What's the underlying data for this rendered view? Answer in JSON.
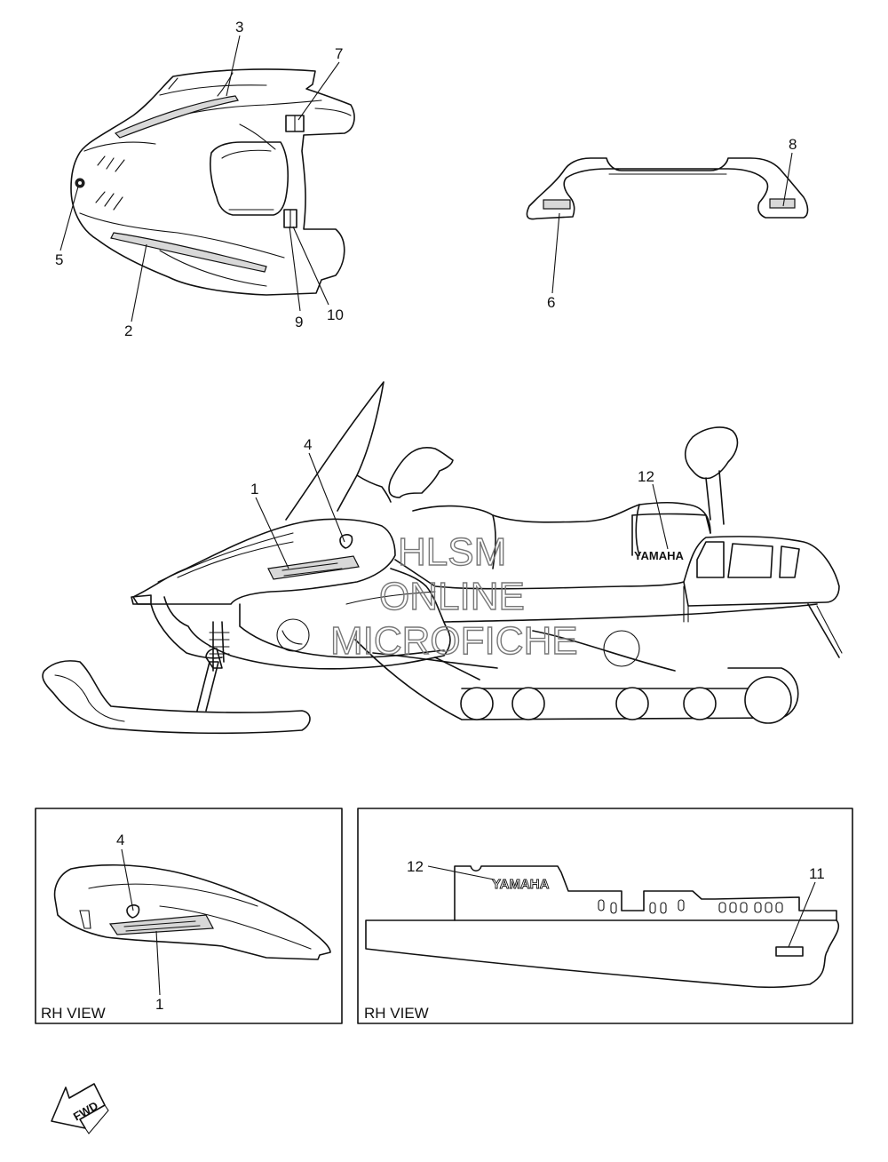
{
  "callouts": {
    "c1": "1",
    "c1b": "1",
    "c2": "2",
    "c3": "3",
    "c4": "4",
    "c4b": "4",
    "c5": "5",
    "c6": "6",
    "c7": "7",
    "c8": "8",
    "c9": "9",
    "c10": "10",
    "c11": "11",
    "c12": "12",
    "c12b": "12"
  },
  "views": {
    "left_caption": "RH VIEW",
    "right_caption": "RH VIEW"
  },
  "brand": {
    "label_main": "YAMAHA",
    "label_inset": "YAMAHA"
  },
  "watermark": {
    "line1": "HLSM",
    "line2": "ONLINE",
    "line3": "MICROFICHE"
  },
  "fwd_arrow": {
    "label": "FWD",
    "icon": "fwd-arrow-icon"
  },
  "colors": {
    "line": "#111111",
    "watermark": "#777777",
    "background": "#ffffff"
  }
}
